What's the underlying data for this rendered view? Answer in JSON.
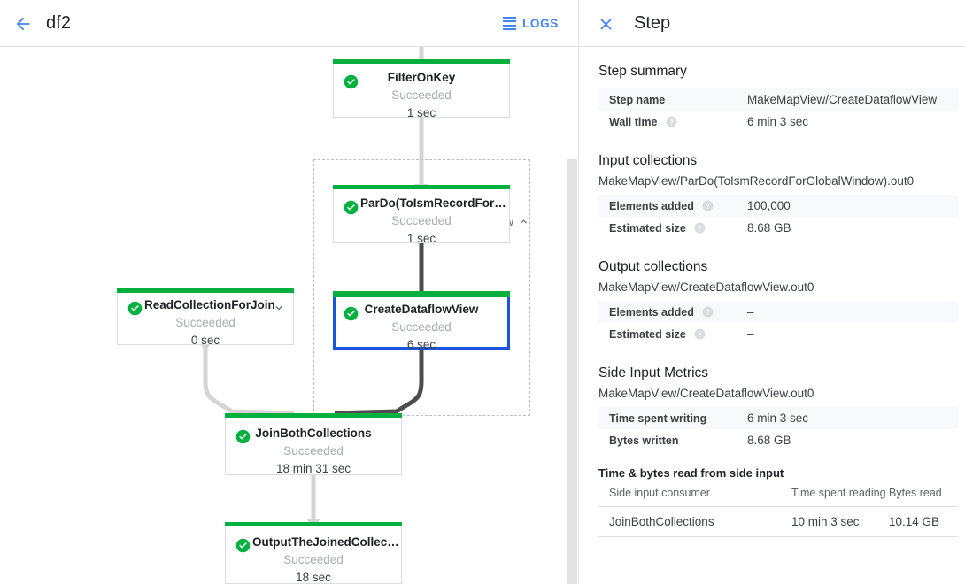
{
  "header": {
    "back_icon": "arrow-left-icon",
    "job_name": "df2",
    "logs_label": "LOGS",
    "logs_icon": "logs-list-icon"
  },
  "graph": {
    "group": {
      "label": "MakeMapView",
      "chevron_icon": "chevron-up-icon"
    },
    "status_text": "Succeeded",
    "check_icon": "check-circle-icon",
    "nodes": [
      {
        "name": "FilterOnKey",
        "status": "Succeeded",
        "duration": "1 sec",
        "selected": false,
        "expandable": false
      },
      {
        "name": "ParDo(ToIsmRecordFor…",
        "status": "Succeeded",
        "duration": "1 sec",
        "selected": false,
        "expandable": false
      },
      {
        "name": "CreateDataflowView",
        "status": "Succeeded",
        "duration": "6 sec",
        "selected": true,
        "expandable": false
      },
      {
        "name": "ReadCollectionForJoin",
        "status": "Succeeded",
        "duration": "0 sec",
        "selected": false,
        "expandable": true
      },
      {
        "name": "JoinBothCollections",
        "status": "Succeeded",
        "duration": "18 min 31 sec",
        "selected": false,
        "expandable": false
      },
      {
        "name": "OutputTheJoinedCollec…",
        "status": "Succeeded",
        "duration": "18 sec",
        "selected": false,
        "expandable": false
      }
    ]
  },
  "panel": {
    "close_icon": "close-icon",
    "title": "Step",
    "step_summary": {
      "heading": "Step summary",
      "rows": [
        {
          "key": "Step name",
          "value": "MakeMapView/CreateDataflowView",
          "help": false
        },
        {
          "key": "Wall time",
          "value": "6 min 3 sec",
          "help": true
        }
      ]
    },
    "input_collections": {
      "heading": "Input collections",
      "collection": "MakeMapView/ParDo(ToIsmRecordForGlobalWindow).out0",
      "rows": [
        {
          "key": "Elements added",
          "value": "100,000",
          "help": true
        },
        {
          "key": "Estimated size",
          "value": "8.68 GB",
          "help": true
        }
      ]
    },
    "output_collections": {
      "heading": "Output collections",
      "collection": "MakeMapView/CreateDataflowView.out0",
      "rows": [
        {
          "key": "Elements added",
          "value": "–",
          "help": true
        },
        {
          "key": "Estimated size",
          "value": "–",
          "help": true
        }
      ]
    },
    "side_input_metrics": {
      "heading": "Side Input Metrics",
      "collection": "MakeMapView/CreateDataflowView.out0",
      "rows": [
        {
          "key": "Time spent writing",
          "value": "6 min 3 sec",
          "help": false
        },
        {
          "key": "Bytes written",
          "value": "8.68 GB",
          "help": false
        }
      ]
    },
    "side_input_table": {
      "heading": "Time & bytes read from side input",
      "columns": [
        "Side input consumer",
        "Time spent reading",
        "Bytes read"
      ],
      "rows": [
        [
          "JoinBothCollections",
          "10 min 3 sec",
          "10.14 GB"
        ]
      ]
    }
  },
  "colors": {
    "accent": "#4285f4",
    "selected_border": "#1a56db",
    "success": "#00b140",
    "edge_light": "#d4d4d4",
    "edge_dark": "#4d4d4d"
  }
}
